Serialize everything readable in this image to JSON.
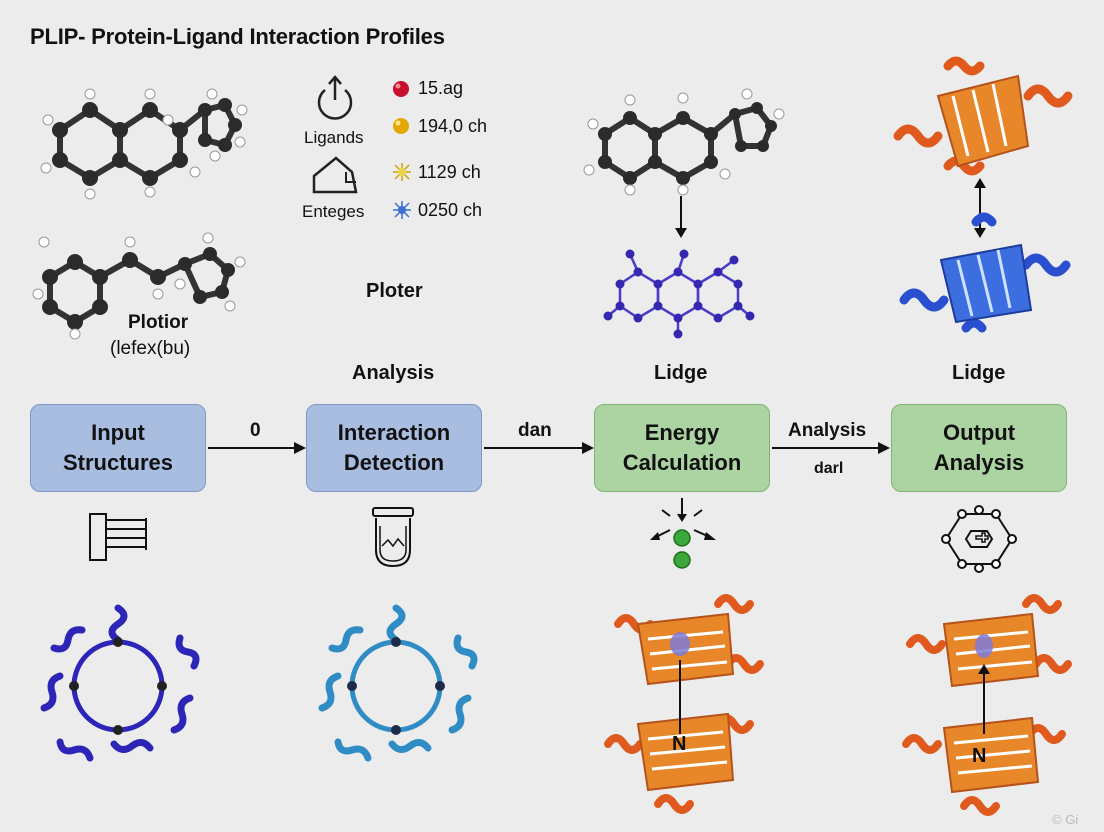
{
  "title": "PLIP- Protein-Ligand Interaction Profiles",
  "legend": {
    "icon_labels": [
      "Ligands",
      "Enteges"
    ],
    "items": [
      {
        "icon": "red-sphere-icon",
        "text": "15.ag",
        "color": "#c8102e"
      },
      {
        "icon": "gold-sphere-icon",
        "text": "194,0 ch",
        "color": "#e0a800"
      },
      {
        "icon": "yellow-burst-icon",
        "text": "1129 ch",
        "color": "#e8d44d"
      },
      {
        "icon": "blue-burst-icon",
        "text": "0250 ch",
        "color": "#3b6fd1"
      }
    ]
  },
  "labels": {
    "plotior": "Plotior",
    "plotior_sub": "(lefex(bu)",
    "ploter": "Ploter",
    "analysis_top": "Analysis",
    "lidge_1": "Lidge",
    "lidge_2": "Lidge"
  },
  "stages": [
    {
      "line1": "Input",
      "line2": "Structures",
      "color": "#a9bde0"
    },
    {
      "line1": "Interaction",
      "line2": "Detection",
      "color": "#a9bde0"
    },
    {
      "line1": "Energy",
      "line2": "Calculation",
      "color": "#acd3a2"
    },
    {
      "line1": "Output",
      "line2": "Analysis",
      "color": "#acd3a2"
    }
  ],
  "arrows": {
    "a1": "0",
    "a2": "dan",
    "a3_top": "Analysis",
    "a3_bottom": "darl"
  },
  "watermark": "© Gi"
}
